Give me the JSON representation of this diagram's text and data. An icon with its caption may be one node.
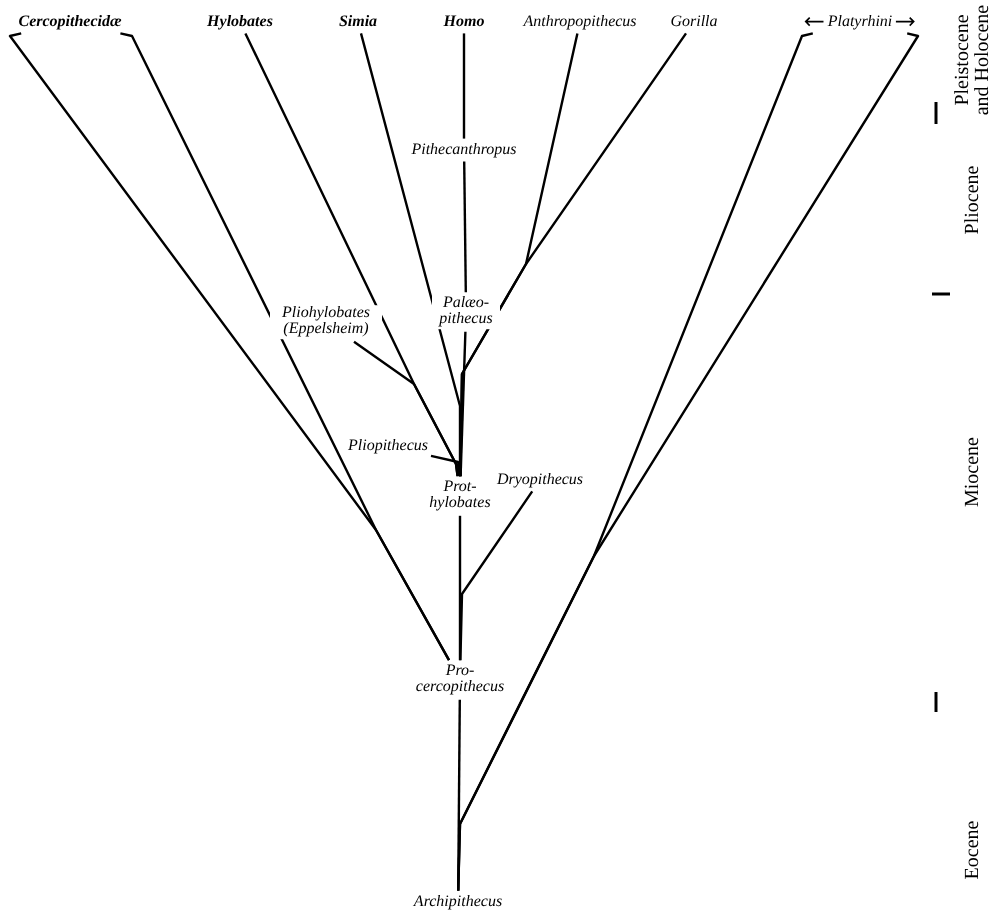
{
  "diagram": {
    "nodes": [
      {
        "text": [
          "Cercopithecidæ"
        ]
      },
      {
        "text": [
          "Hylobates"
        ]
      },
      {
        "text": [
          "Simia"
        ]
      },
      {
        "text": [
          "Homo"
        ]
      },
      {
        "text": [
          "Anthropopithecus"
        ]
      },
      {
        "text": [
          "Gorilla"
        ]
      },
      {
        "text": [
          "Platyrhini"
        ]
      },
      {
        "text": [
          "Pithecanthropus"
        ]
      },
      {
        "text": [
          "Palæo- pithecus"
        ]
      },
      {
        "text": [
          "Pliohylobates (Eppelsheim)"
        ]
      },
      {
        "text": [
          "Pliopithecus"
        ]
      },
      {
        "text": [
          "Dryopithecus"
        ]
      },
      {
        "text": [
          "Prot- hylobates"
        ]
      },
      {
        "text": [
          "Pro- cercopithecus"
        ]
      },
      {
        "text": [
          "Archipithecus"
        ]
      }
    ],
    "edges": [
      {
        "from": 14,
        "to": 13,
        "arrow": "none"
      },
      {
        "from": 14,
        "to": 6,
        "arrow": "none"
      },
      {
        "from": 14,
        "to": 6,
        "arrow": "none"
      },
      {
        "from": 13,
        "to": 0,
        "arrow": "none"
      },
      {
        "from": 13,
        "to": 0,
        "arrow": "none"
      },
      {
        "from": 13,
        "to": 12,
        "arrow": "none"
      },
      {
        "from": 13,
        "to": 11,
        "arrow": "none"
      },
      {
        "from": 12,
        "to": 10,
        "arrow": "none"
      },
      {
        "from": 12,
        "to": 1,
        "arrow": "none"
      },
      {
        "from": 12,
        "to": 9,
        "arrow": "none"
      },
      {
        "from": 12,
        "to": 8,
        "arrow": "none"
      },
      {
        "from": 12,
        "to": 2,
        "arrow": "none"
      },
      {
        "from": 12,
        "to": 4,
        "arrow": "none"
      },
      {
        "from": 12,
        "to": 5,
        "arrow": "none"
      },
      {
        "from": 8,
        "to": 7,
        "arrow": "none"
      },
      {
        "from": 7,
        "to": 3,
        "arrow": "none"
      }
    ],
    "labels": [
      "Pleistocene and Holocene",
      "Pliocene",
      "Miocene",
      "Eocene"
    ]
  }
}
